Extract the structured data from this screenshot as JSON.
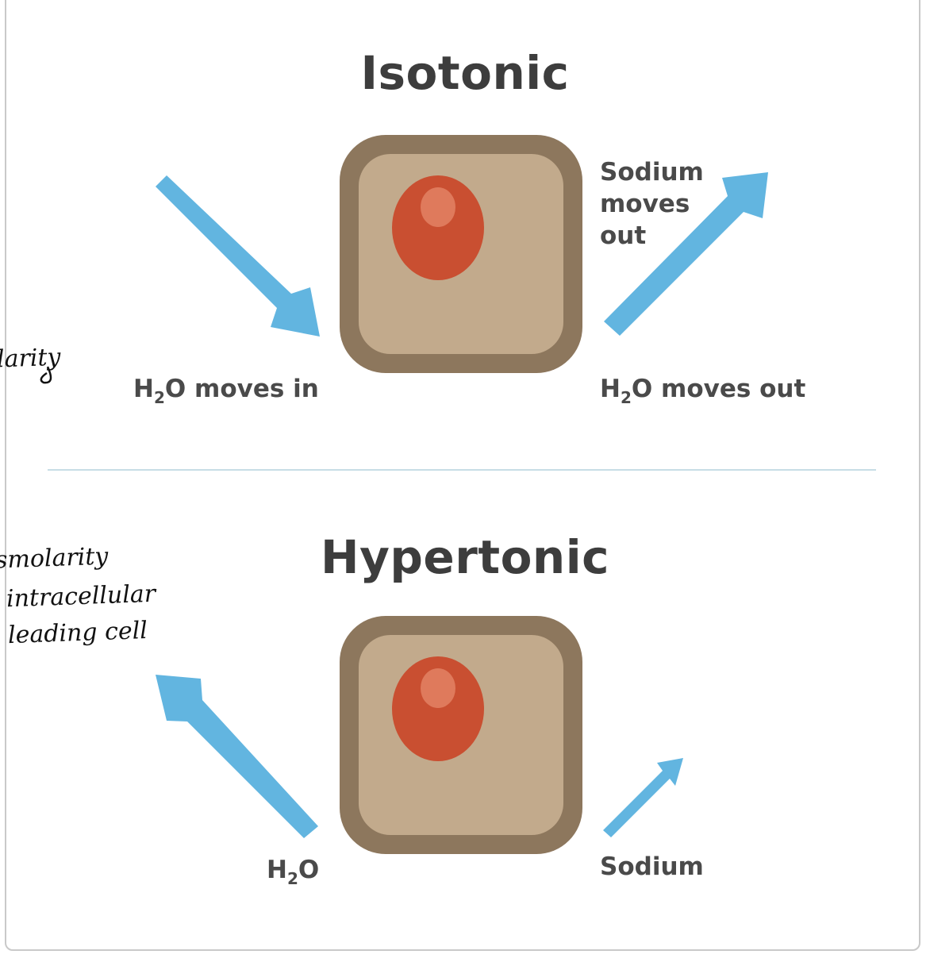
{
  "panels": {
    "isotonic": {
      "title": "Isotonic",
      "label_sodium_line1": "Sodium",
      "label_sodium_line2": "moves",
      "label_sodium_line3": "out",
      "label_water_in_pre": "H",
      "label_water_in_sub": "2",
      "label_water_in_post": "O moves in",
      "label_water_out_pre": "H",
      "label_water_out_sub": "2",
      "label_water_out_post": "O moves out"
    },
    "hypertonic": {
      "title": "Hypertonic",
      "label_water_pre": "H",
      "label_water_sub": "2",
      "label_water_post": "O",
      "label_sodium": "Sodium"
    }
  },
  "handwritten_notes": {
    "note1": "larity",
    "note2": "smolarity",
    "note3": "intracellular",
    "note4": "leading cell"
  },
  "colors": {
    "arrow": "#62b5e0",
    "cell_wall": "#8d775d",
    "cell_body": "#c2aa8c",
    "nucleus": "#c94f31",
    "nucleus_highlight": "#df7a5c",
    "title_text": "#3d3d3d",
    "divider": "#c7dde6"
  }
}
